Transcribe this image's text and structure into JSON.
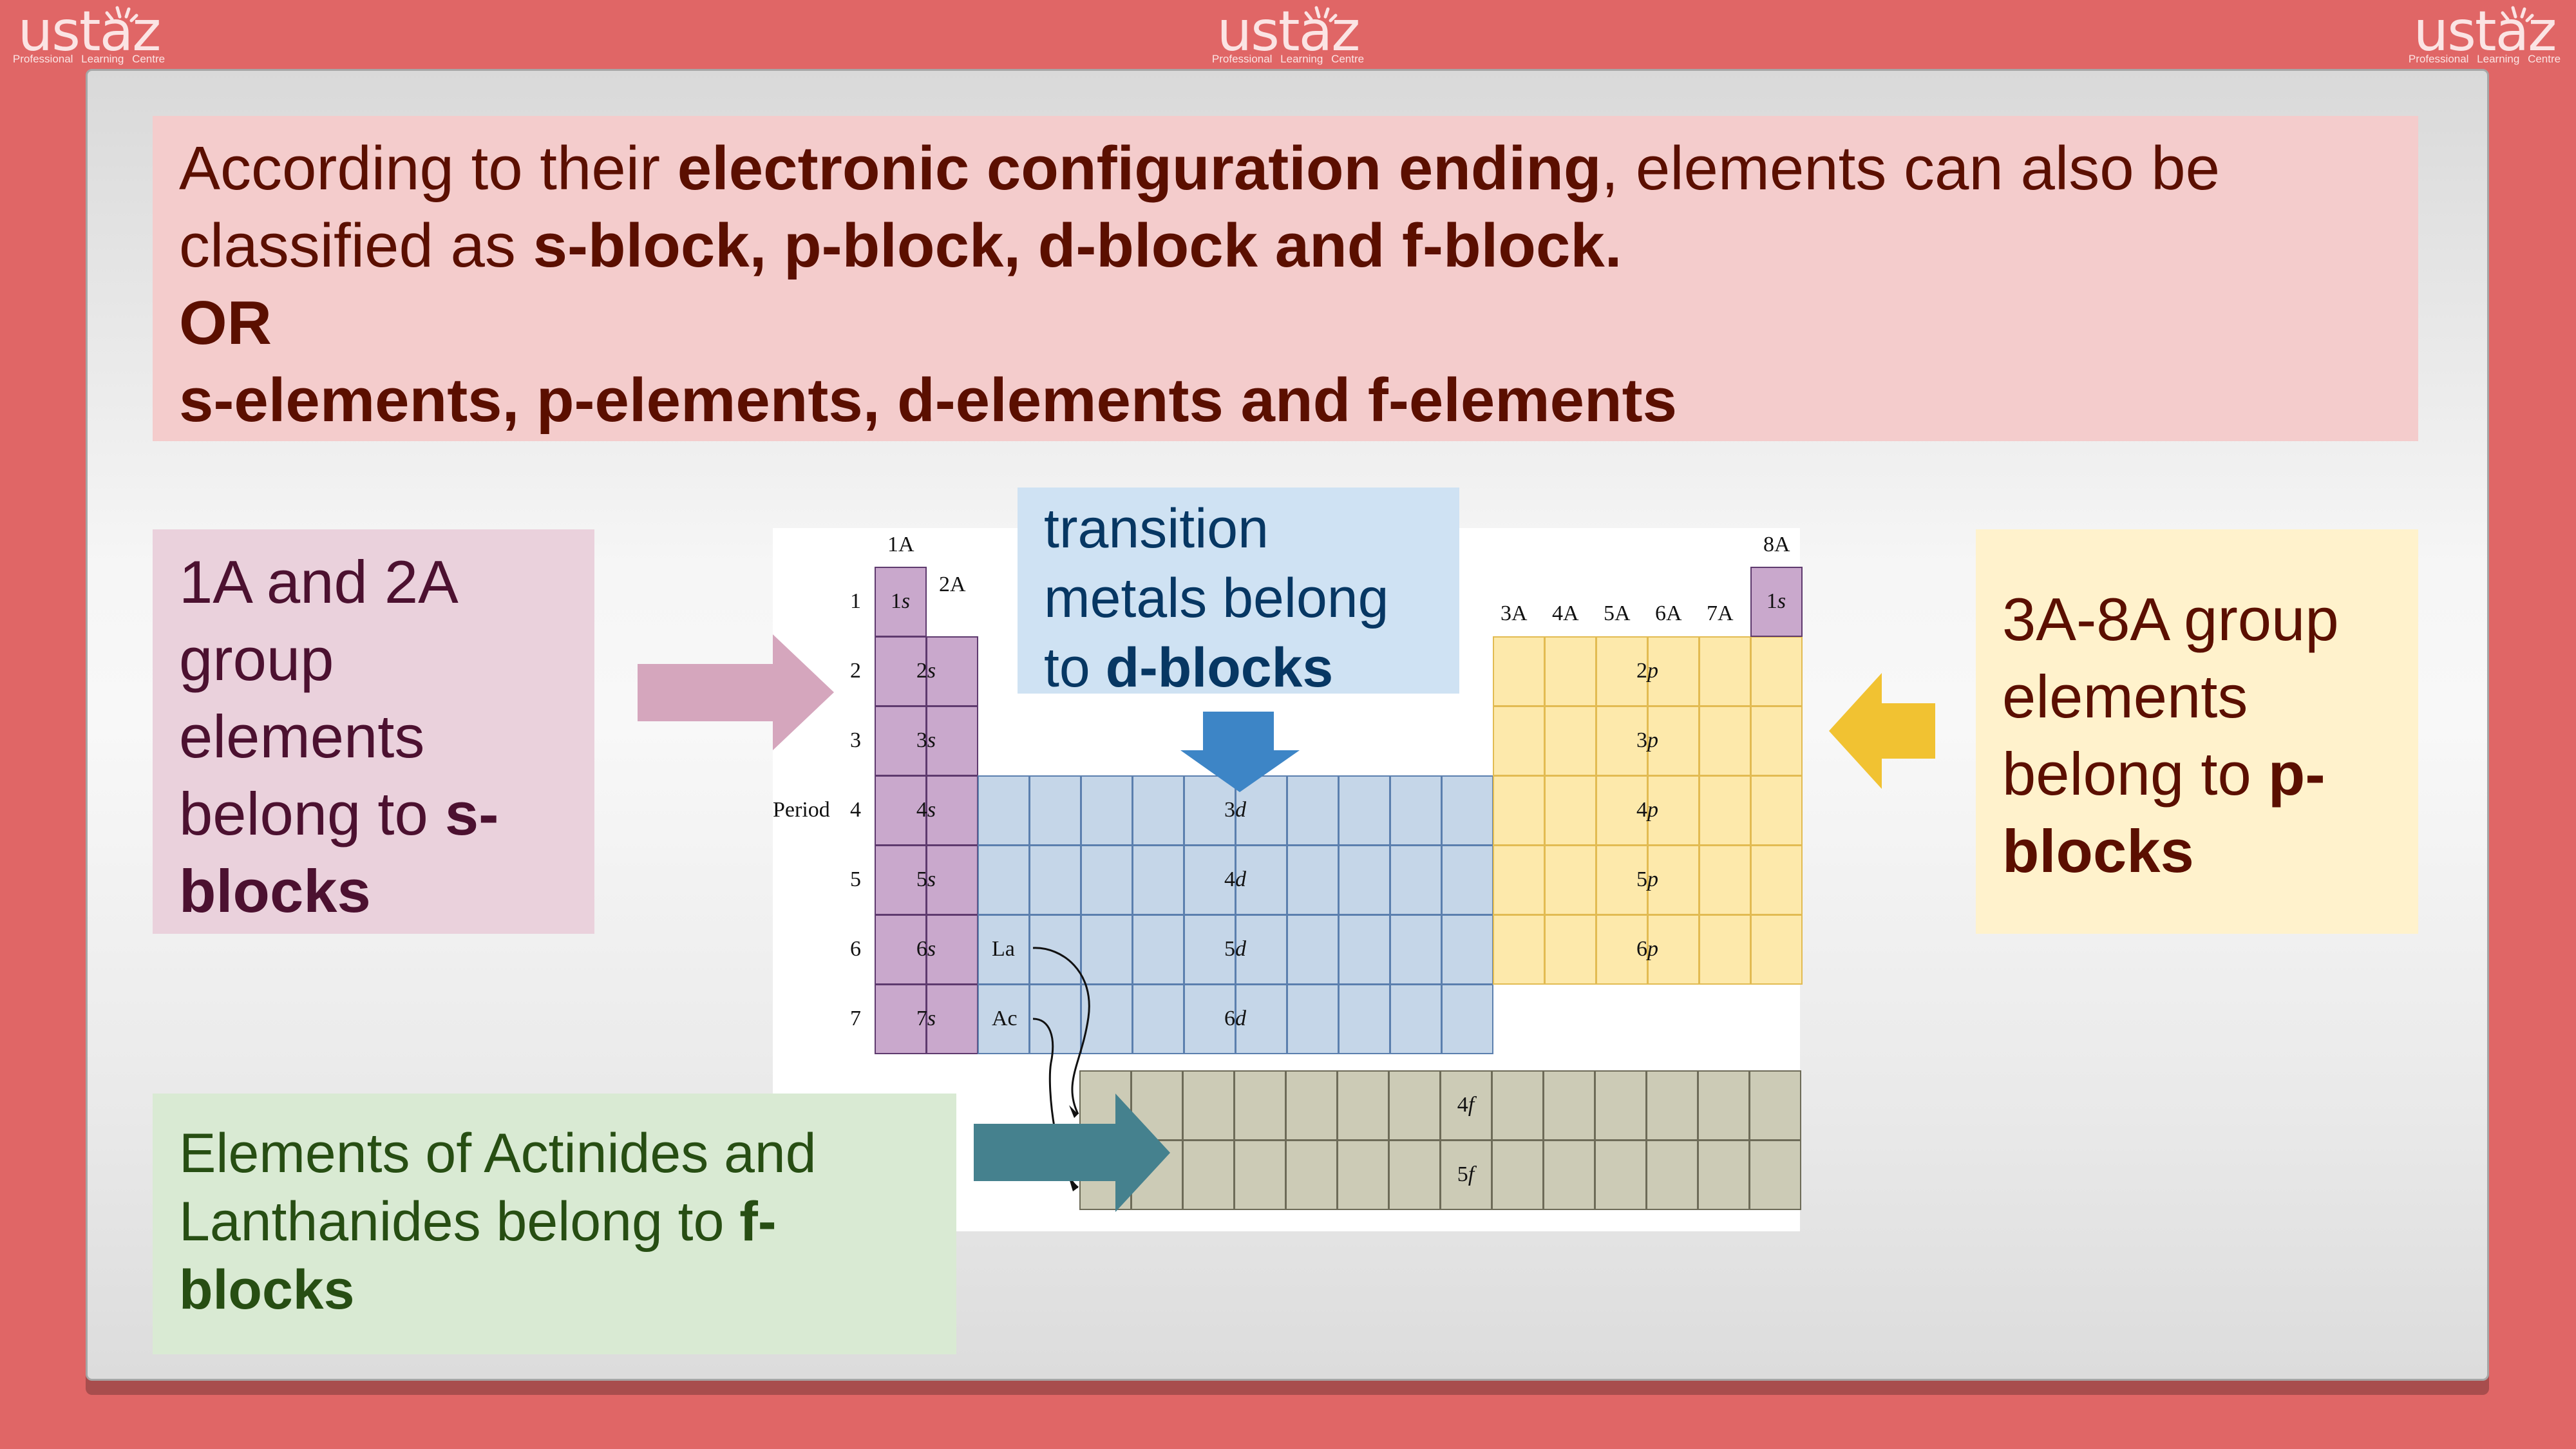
{
  "branding": {
    "logo_word": "ustaz",
    "logo_tagline": "Professional  Learning  Centre"
  },
  "colors": {
    "background": "#e06666",
    "s_block": "#c9a8cc",
    "d_block": "#c5d6e8",
    "p_block": "#fde9ab",
    "f_block": "#cccbb6",
    "s_arrow": "#d5a6bd",
    "d_arrow": "#3d85c6",
    "p_arrow": "#f1c232",
    "f_arrow": "#45818e"
  },
  "intro": {
    "line1_prefix": "According to their ",
    "line1_bold": "electronic configuration ending",
    "line1_suffix": ", elements can also be",
    "line2_prefix": "classified as ",
    "line2_bold": "s-block, p-block, d-block and f-block.",
    "line3_bold": "OR",
    "line4_bold": "s-elements, p-elements, d-elements and f-elements"
  },
  "s_note": {
    "text": "1A and 2A group elements belong to ",
    "bold": "s-blocks"
  },
  "d_note": {
    "text": "transition metals belong to ",
    "bold": "d-blocks"
  },
  "p_note": {
    "text": "3A-8A group elements belong to ",
    "bold": "p-blocks"
  },
  "f_note": {
    "text": "Elements of Actinides and Lanthanides belong to ",
    "bold": "f-blocks"
  },
  "table": {
    "group_labels": {
      "g1": "1A",
      "g2": "2A",
      "g3": "3A",
      "g4": "4A",
      "g5": "5A",
      "g6": "6A",
      "g7": "7A",
      "g8": "8A"
    },
    "period_word": "Period",
    "periods": [
      "1",
      "2",
      "3",
      "4",
      "5",
      "6",
      "7"
    ],
    "s_orbitals": [
      {
        "n": "1",
        "l": "s"
      },
      {
        "n": "2",
        "l": "s"
      },
      {
        "n": "3",
        "l": "s"
      },
      {
        "n": "4",
        "l": "s"
      },
      {
        "n": "5",
        "l": "s"
      },
      {
        "n": "6",
        "l": "s"
      },
      {
        "n": "7",
        "l": "s"
      }
    ],
    "he_orbital": {
      "n": "1",
      "l": "s"
    },
    "p_orbitals": [
      {
        "n": "2",
        "l": "p"
      },
      {
        "n": "3",
        "l": "p"
      },
      {
        "n": "4",
        "l": "p"
      },
      {
        "n": "5",
        "l": "p"
      },
      {
        "n": "6",
        "l": "p"
      }
    ],
    "d_orbitals": [
      {
        "n": "3",
        "l": "d"
      },
      {
        "n": "4",
        "l": "d"
      },
      {
        "n": "5",
        "l": "d"
      },
      {
        "n": "6",
        "l": "d"
      }
    ],
    "f_orbitals": [
      {
        "n": "4",
        "l": "f"
      },
      {
        "n": "5",
        "l": "f"
      }
    ],
    "lanthanum": "La",
    "actinium": "Ac"
  }
}
